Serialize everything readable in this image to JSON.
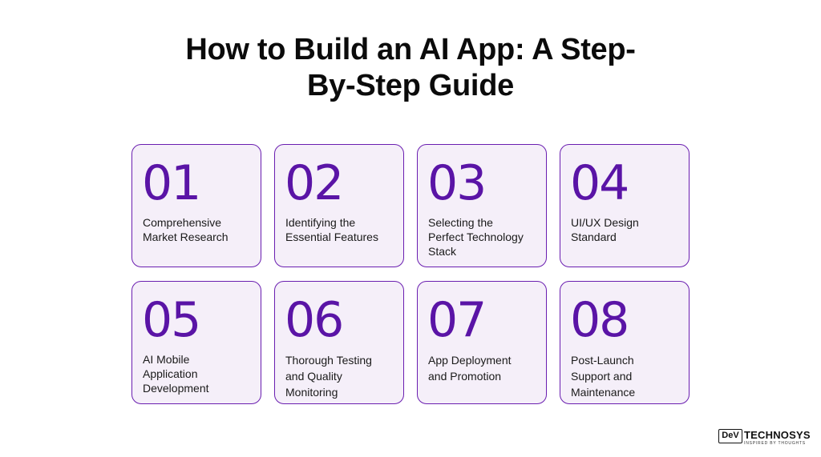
{
  "title": "How to Build an AI App: A Step-\nBy-Step Guide",
  "title_line1": "How to Build an AI App: A Step-",
  "title_line2": "By-Step Guide",
  "colors": {
    "accent": "#5a14a6",
    "card_border": "#6a1eb0",
    "card_bg": "#f5eff9"
  },
  "steps": [
    {
      "number": "01",
      "text": " Comprehensive\nMarket Research"
    },
    {
      "number": "02",
      "text": "Identifying the\nEssential Features"
    },
    {
      "number": "03",
      "text": "Selecting the\nPerfect Technology\nStack"
    },
    {
      "number": "04",
      "text": "UI/UX Design\nStandard"
    },
    {
      "number": "05",
      "text": "AI Mobile\nApplication\nDevelopment"
    },
    {
      "number": "06",
      "text": "Thorough Testing\nand Quality\nMonitoring"
    },
    {
      "number": "07",
      "text": "App Deployment\nand Promotion"
    },
    {
      "number": "08",
      "text": "Post-Launch\nSupport and\nMaintenance"
    }
  ],
  "logo": {
    "box": "DeV",
    "word": "TECHNOSYS",
    "tagline": "INSPIRED BY THOUGHTS"
  }
}
